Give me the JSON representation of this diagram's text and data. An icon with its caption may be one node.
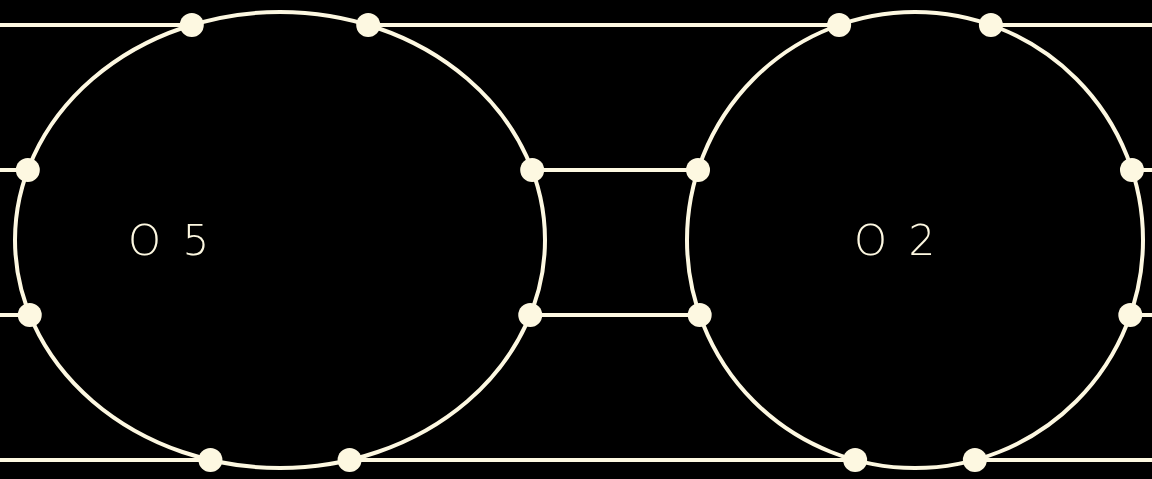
{
  "diagram": {
    "nodes": [
      {
        "text": [
          "O 5"
        ]
      },
      {
        "text": [
          "O 2"
        ]
      }
    ],
    "edges": [
      {
        "from": null,
        "to": 0,
        "arrow": "other"
      },
      {
        "from": null,
        "to": 0,
        "arrow": "other"
      },
      {
        "from": null,
        "to": 0,
        "arrow": "other"
      },
      {
        "from": null,
        "to": 0,
        "arrow": "other"
      },
      {
        "from": 0,
        "to": 1,
        "arrow": "other"
      },
      {
        "from": 0,
        "to": 1,
        "arrow": "other"
      },
      {
        "from": 0,
        "to": 1,
        "arrow": "other"
      },
      {
        "from": 0,
        "to": 1,
        "arrow": "other"
      },
      {
        "from": 1,
        "to": null,
        "arrow": "other"
      },
      {
        "from": 1,
        "to": null,
        "arrow": "other"
      },
      {
        "from": 1,
        "to": null,
        "arrow": "other"
      },
      {
        "from": 1,
        "to": null,
        "arrow": "other"
      }
    ]
  }
}
